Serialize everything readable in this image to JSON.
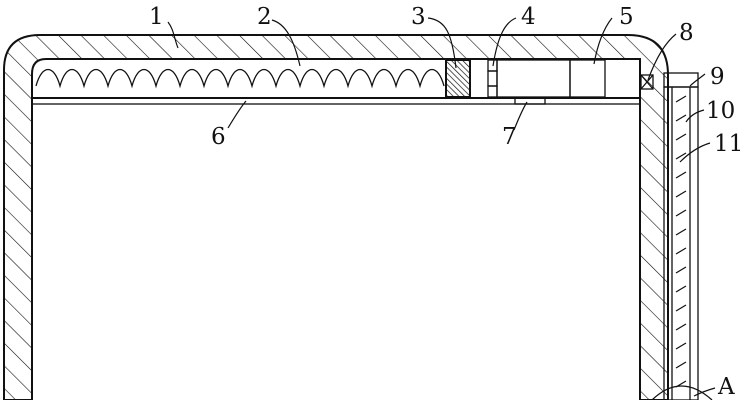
{
  "labels": {
    "l1": "1",
    "l2": "2",
    "l3": "3",
    "l4": "4",
    "l5": "5",
    "l6": "6",
    "l7": "7",
    "l8": "8",
    "l9": "9",
    "l10": "10",
    "l11": "11",
    "lA": "A"
  },
  "colors": {
    "line": "#111111",
    "background": "#ffffff"
  }
}
